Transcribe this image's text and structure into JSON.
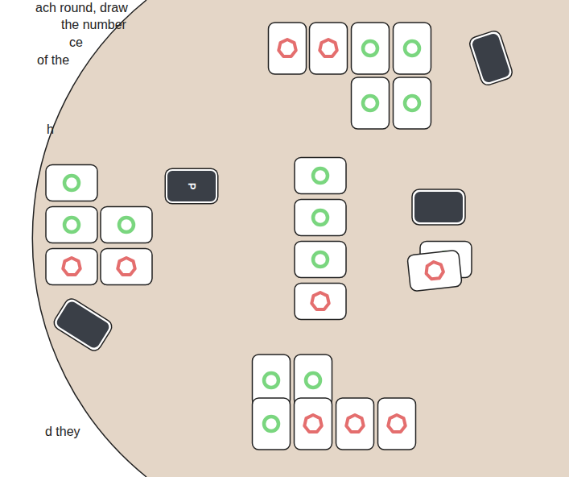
{
  "diagram": {
    "nodes": [
      {
        "text": [
          "P"
        ]
      }
    ],
    "labels": [
      "ach round, draw",
      "the number",
      "ce",
      "of the",
      "h",
      "d they"
    ]
  }
}
